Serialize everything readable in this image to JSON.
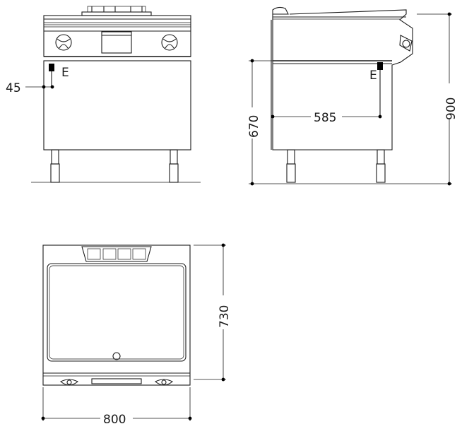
{
  "dimensions": {
    "width_800": "800",
    "depth_730": "730",
    "height_900": "900",
    "height_670": "670",
    "depth_585": "585",
    "offset_45": "45"
  },
  "connections": {
    "electrical_front": "E",
    "electrical_side": "E"
  },
  "colors": {
    "line": "#1a1a1a",
    "background": "#ffffff"
  }
}
